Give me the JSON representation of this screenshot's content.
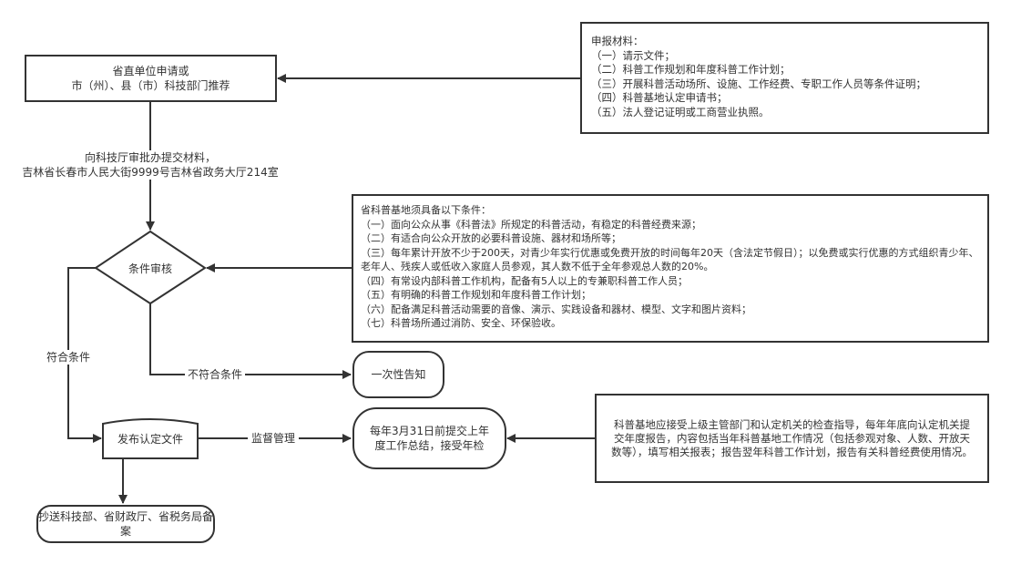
{
  "nodes": {
    "apply": {
      "line1": "省直单位申请或",
      "line2": "市（州）、县（市）科技部门推荐"
    },
    "review": {
      "label": "条件审核"
    },
    "notify": {
      "label": "一次性告知"
    },
    "issue": {
      "label": "发布认定文件"
    },
    "annual": {
      "line1": "每年3月31日前提交上年",
      "line2": "度工作总结，接受年检"
    },
    "filing": {
      "label": "抄送科技部、省财政厅、省税务局备案"
    }
  },
  "edges": {
    "submit_label_line1": "向科技厅审批办提交材料，",
    "submit_label_line2": "吉林省长春市人民大街9999号吉林省政务大厅214室",
    "fail_label": "不符合条件",
    "pass_label": "符合条件",
    "supervise_label": "监督管理"
  },
  "notes": {
    "materials": {
      "title": "申报材料：",
      "items": [
        "（一）请示文件；",
        "（二）科普工作规划和年度科普工作计划；",
        "（三）开展科普活动场所、设施、工作经费、专职工作人员等条件证明；",
        "（四）科普基地认定申请书；",
        "（五）法人登记证明或工商营业执照。"
      ]
    },
    "conditions": {
      "title": "省科普基地须具备以下条件：",
      "items": [
        "（一）面向公众从事《科普法》所规定的科普活动，有稳定的科普经费来源；",
        "（二）有适合向公众开放的必要科普设施、器材和场所等；",
        "（三）每年累计开放不少于200天，对青少年实行优惠或免费开放的时间每年20天（含法定节假日）；以免费或实行优惠的方式组织青少年、老年人、残疾人或低收入家庭人员参观，其人数不低于全年参观总人数的20%。",
        "（四）有常设内部科普工作机构，配备有5人以上的专兼职科普工作人员；",
        "（五）有明确的科普工作规划和年度科普工作计划；",
        "（六）配备满足科普活动需要的音像、演示、实践设备和器材、模型、文字和图片资料；",
        "（七）科普场所通过消防、安全、环保验收。"
      ]
    },
    "inspection": {
      "text": "科普基地应接受上级主管部门和认定机关的检查指导，每年年底向认定机关提交年度报告，内容包括当年科普基地工作情况（包括参观对象、人数、开放天数等），填写相关报表；报告翌年科普工作计划，报告有关科普经费使用情况。"
    }
  },
  "colors": {
    "stroke": "#333333",
    "text": "#333333",
    "background": "#ffffff"
  }
}
